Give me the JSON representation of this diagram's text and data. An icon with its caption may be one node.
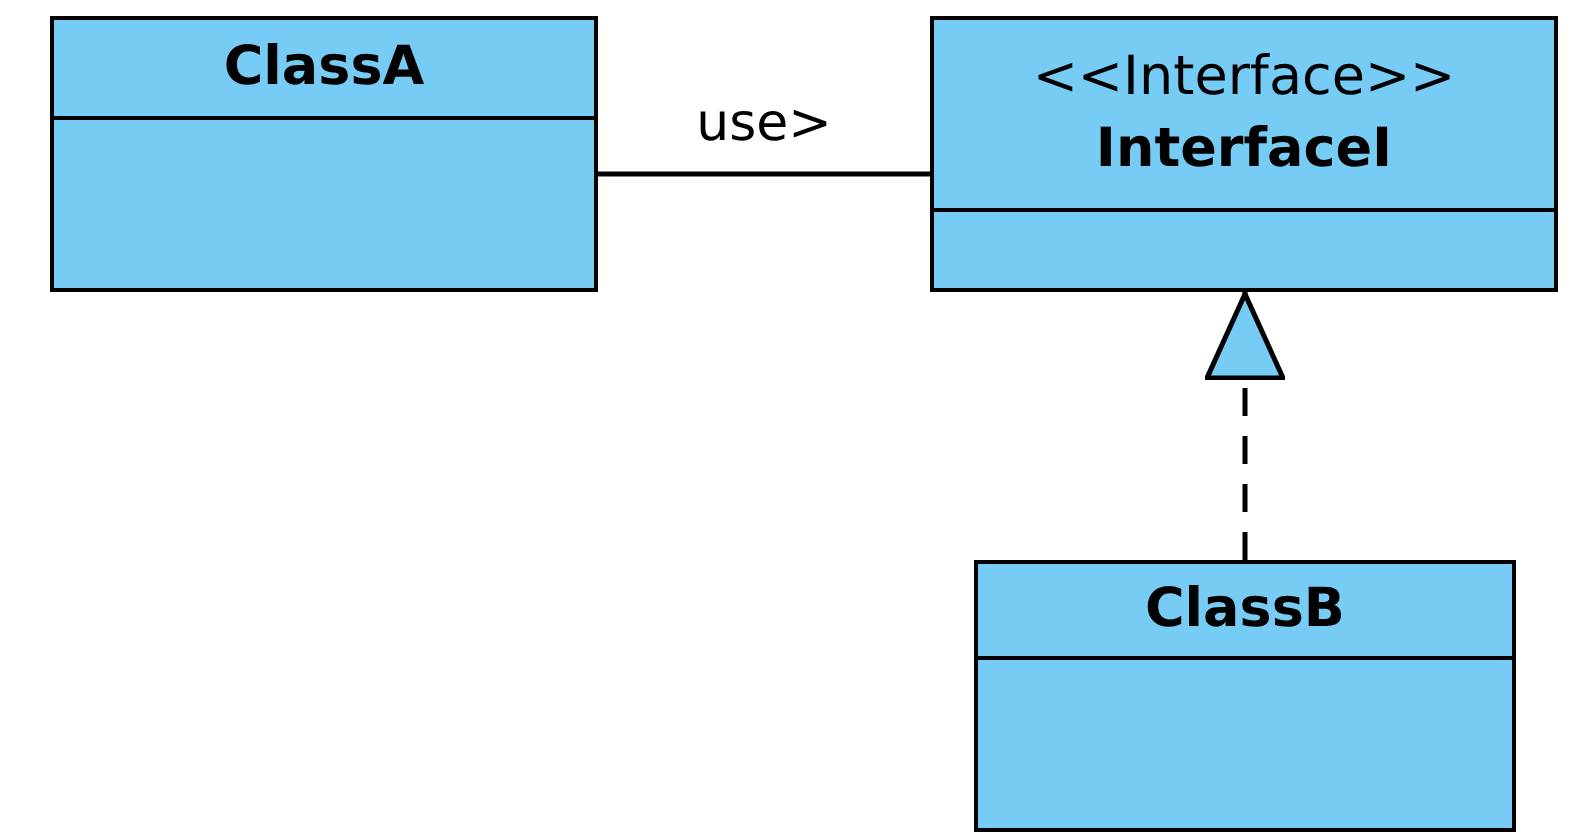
{
  "diagram": {
    "nodes": [
      {
        "text": [
          "ClassA"
        ]
      },
      {
        "text": [
          "<<Interface>>",
          "InterfaceI"
        ]
      },
      {
        "text": [
          "ClassB"
        ]
      }
    ],
    "edges": [
      {
        "from": 0,
        "to": 1,
        "arrow": "none",
        "label": "use>"
      },
      {
        "from": 2,
        "to": 1,
        "arrow": "to",
        "style": "dashed"
      }
    ]
  }
}
